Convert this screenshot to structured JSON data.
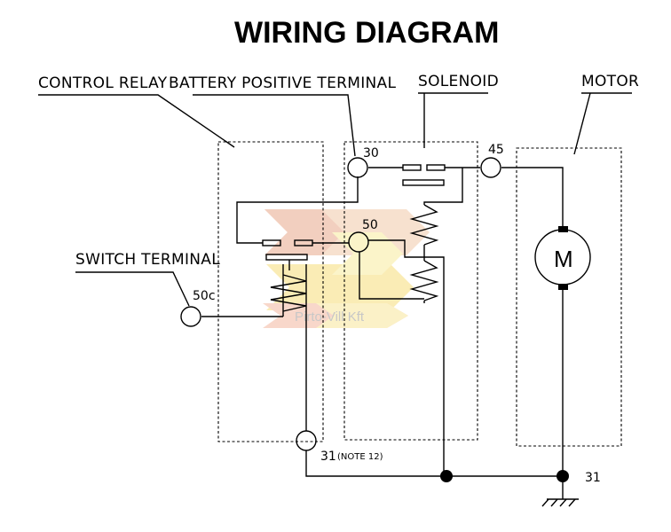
{
  "title": "WIRING DIAGRAM",
  "labels": {
    "control_relay": "CONTROL RELAY",
    "battery_positive": "BATTERY POSITIVE TERMINAL",
    "solenoid": "SOLENOID",
    "motor": "MOTOR",
    "switch_terminal": "SWITCH TERMINAL"
  },
  "terminals": {
    "t30": "30",
    "t45": "45",
    "t50": "50",
    "t50c": "50c",
    "t31_note": "31",
    "note": "(NOTE 12)",
    "t31_ground": "31"
  },
  "motor_symbol": "M",
  "watermark": "Pirto-Vill Kft"
}
